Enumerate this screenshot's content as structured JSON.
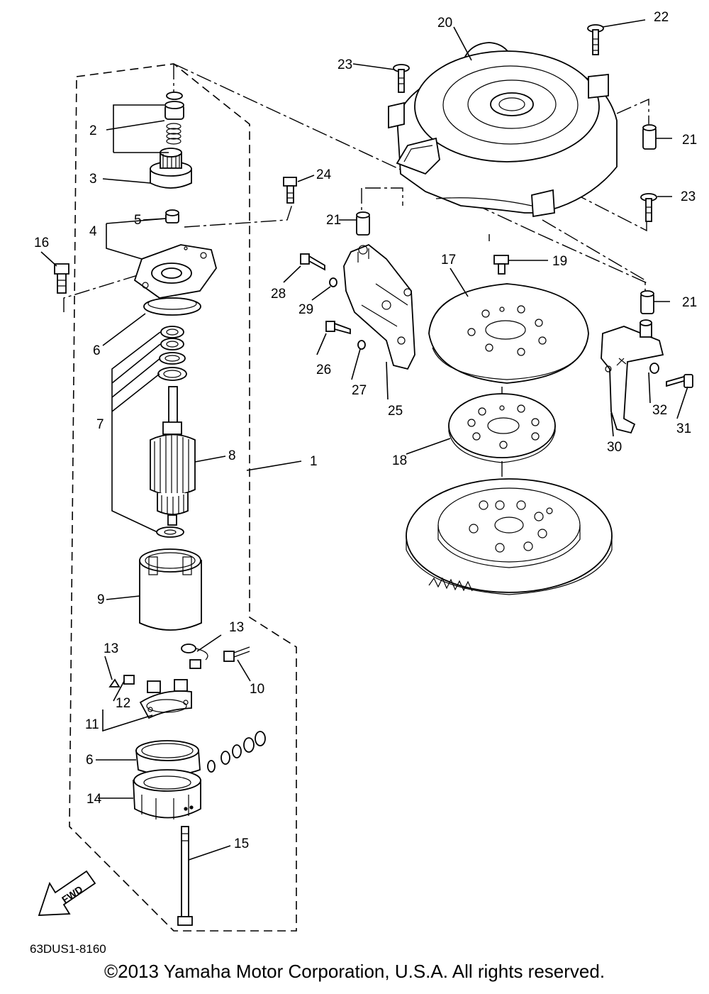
{
  "diagram": {
    "part_labels": [
      "1",
      "2",
      "3",
      "4",
      "5",
      "6",
      "6",
      "7",
      "8",
      "9",
      "10",
      "11",
      "12",
      "13",
      "13",
      "14",
      "15",
      "16",
      "17",
      "18",
      "19",
      "20",
      "21",
      "21",
      "21",
      "22",
      "23",
      "23",
      "24",
      "25",
      "26",
      "27",
      "28",
      "29",
      "30",
      "31",
      "32"
    ],
    "fwd_label": "FWD",
    "drawing_code": "63DUS1-8160",
    "copyright": "©2013 Yamaha Motor Corporation, U.S.A. All rights reserved."
  }
}
